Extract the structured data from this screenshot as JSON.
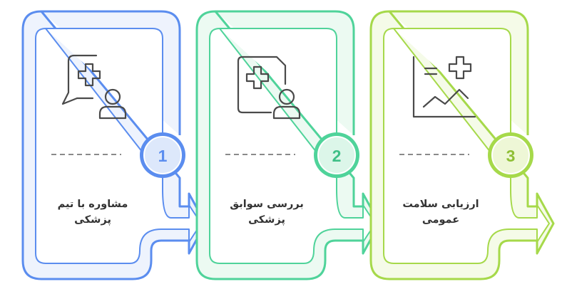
{
  "colors": {
    "step1": "#5b8def",
    "step2": "#4fd39a",
    "step3": "#a6d94a",
    "icon": "#4a4a4a",
    "dash": "#8a8a8a",
    "text": "#333333"
  },
  "steps": [
    {
      "number": "1",
      "line1": "مشاوره با تیم",
      "line2": "پزشکی",
      "icon": "speech-bubble-medical-user-icon",
      "color": "#5b8def",
      "fill": "#eef3fd",
      "circle_fill": "#dde8fb"
    },
    {
      "number": "2",
      "line1": "بررسی سوابق",
      "line2": "پزشکی",
      "icon": "medical-record-user-icon",
      "color": "#4fd39a",
      "fill": "#ecfaf2",
      "circle_fill": "#dcf6e9"
    },
    {
      "number": "3",
      "line1": "ارزیابی سلامت",
      "line2": "عمومی",
      "icon": "health-chart-icon",
      "color": "#a6d94a",
      "fill": "#f5fbe8",
      "circle_fill": "#eef7d6"
    }
  ]
}
